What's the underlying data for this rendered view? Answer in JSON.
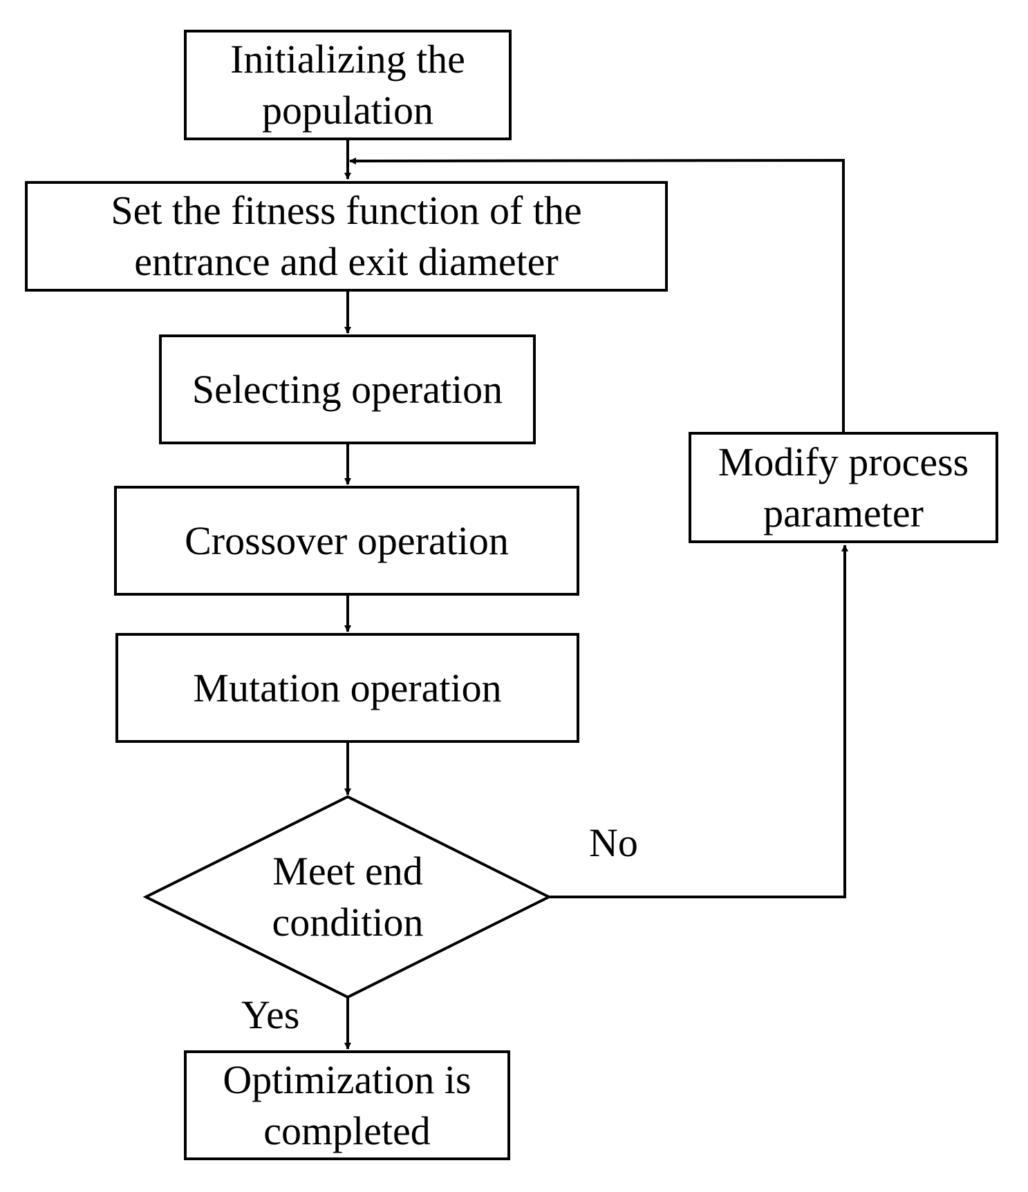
{
  "nodes": {
    "init": {
      "lines": [
        "Initializing the",
        "population"
      ]
    },
    "fitness": {
      "lines": [
        "Set the fitness function of the",
        "entrance and exit diameter"
      ]
    },
    "select": {
      "lines": [
        "Selecting operation"
      ]
    },
    "crossover": {
      "lines": [
        "Crossover operation"
      ]
    },
    "mutation": {
      "lines": [
        "Mutation operation"
      ]
    },
    "decision": {
      "lines": [
        "Meet end",
        "condition"
      ]
    },
    "modify": {
      "lines": [
        "Modify process",
        "parameter"
      ]
    },
    "complete": {
      "lines": [
        "Optimization is",
        "completed"
      ]
    }
  },
  "edges": {
    "no_label": "No",
    "yes_label": "Yes"
  },
  "colors": {
    "stroke": "#000000",
    "background": "#ffffff"
  }
}
